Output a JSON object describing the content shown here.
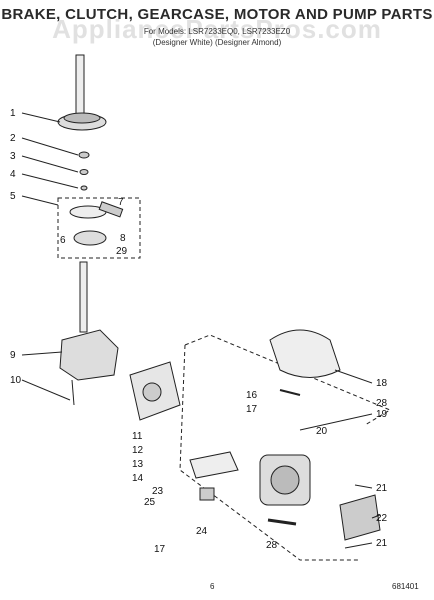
{
  "header": {
    "title": "BRAKE, CLUTCH, GEARCASE, MOTOR AND PUMP PARTS",
    "model_line": "For Models: LSR7233EQ0, LSR7233EZ0",
    "color_line": "(Designer White)   (Designer Almond)",
    "watermark": "AppliancePartsPros.com"
  },
  "callouts": [
    "1",
    "2",
    "3",
    "4",
    "5",
    "6",
    "7",
    "8",
    "29",
    "9",
    "10",
    "11",
    "12",
    "13",
    "14",
    "16",
    "17",
    "18",
    "19",
    "20",
    "21",
    "22",
    "23",
    "24",
    "25",
    "28",
    "17",
    "28",
    "21"
  ],
  "footer": {
    "page_number": "6",
    "doc_code": "681401"
  }
}
